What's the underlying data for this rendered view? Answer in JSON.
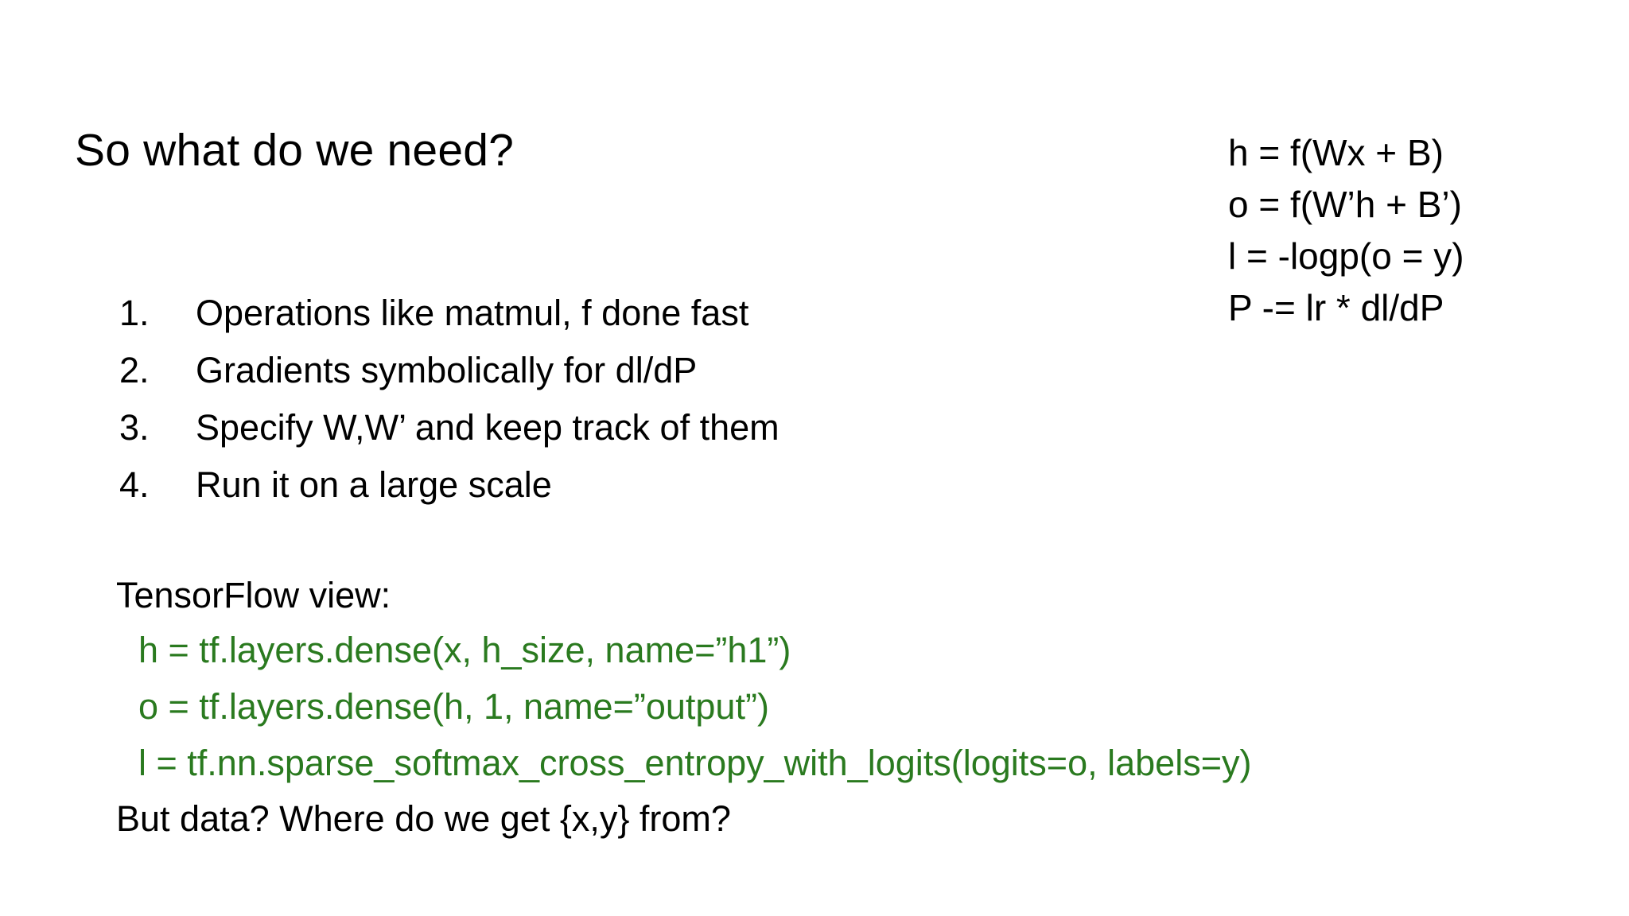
{
  "slide": {
    "title": "So what do we need?",
    "background_color": "#ffffff",
    "text_color": "#000000",
    "code_color": "#2a7a1f"
  },
  "needs_list": [
    {
      "number": "1.",
      "text": "Operations like matmul, f done fast"
    },
    {
      "number": "2.",
      "text": "Gradients symbolically for dl/dP"
    },
    {
      "number": "3.",
      "text": "Specify W,W’ and keep track of them"
    },
    {
      "number": "4.",
      "text": "Run it on a large scale"
    }
  ],
  "equations": [
    "h = f(Wx + B)",
    "o = f(W’h + B’)",
    "l = -logp(o = y)",
    "P -= lr * dl/dP"
  ],
  "code_section": {
    "label": "TensorFlow view:",
    "lines": [
      "h = tf.layers.dense(x, h_size, name=”h1”)",
      "o = tf.layers.dense(h, 1, name=”output”)",
      "l = tf.nn.sparse_softmax_cross_entropy_with_logits(logits=o, labels=y)"
    ],
    "closing_question": "But data? Where do we get {x,y} from?"
  }
}
